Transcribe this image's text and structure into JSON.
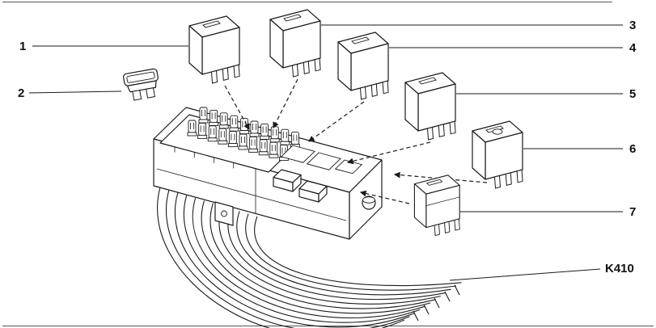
{
  "figure": {
    "background": "#ffffff",
    "line_color": "#1a1a1a",
    "callouts": [
      {
        "ref": "1"
      },
      {
        "ref": "2"
      },
      {
        "ref": "3"
      },
      {
        "ref": "4"
      },
      {
        "ref": "5"
      },
      {
        "ref": "6"
      },
      {
        "ref": "7"
      }
    ],
    "part_code": "K410"
  }
}
